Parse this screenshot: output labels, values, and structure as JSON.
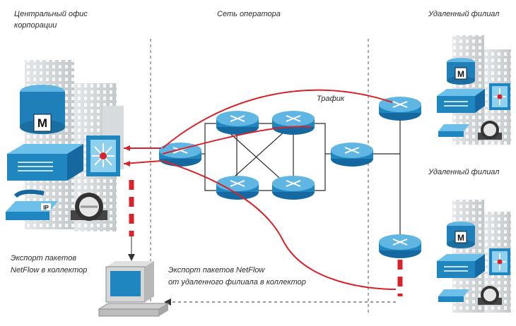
{
  "labels": {
    "hq_line1": "Центральный офис",
    "hq_line2": "корпорации",
    "operator_network": "Сеть оператора",
    "traffic": "Трафик",
    "branch_top": "Удаленный филиал",
    "branch_bottom": "Удаленный филиал",
    "export_local_line1": "Экспорт пакетов",
    "export_local_line2": "NetFlow в коллектор",
    "export_remote_line1": "Экспорт пакетов NetFlow",
    "export_remote_line2": "от удаленного филиала в коллектор"
  },
  "icon_text": {
    "hq_server_badge": "M",
    "hq_phone_badge": "IP",
    "branch_server_badge": "M"
  },
  "colors": {
    "router_blue": "#1f86bf",
    "router_top": "#5fb6e2",
    "traffic_red": "#d8232a",
    "building_gray": "#cfd3d6",
    "dashed_line": "#555555"
  }
}
